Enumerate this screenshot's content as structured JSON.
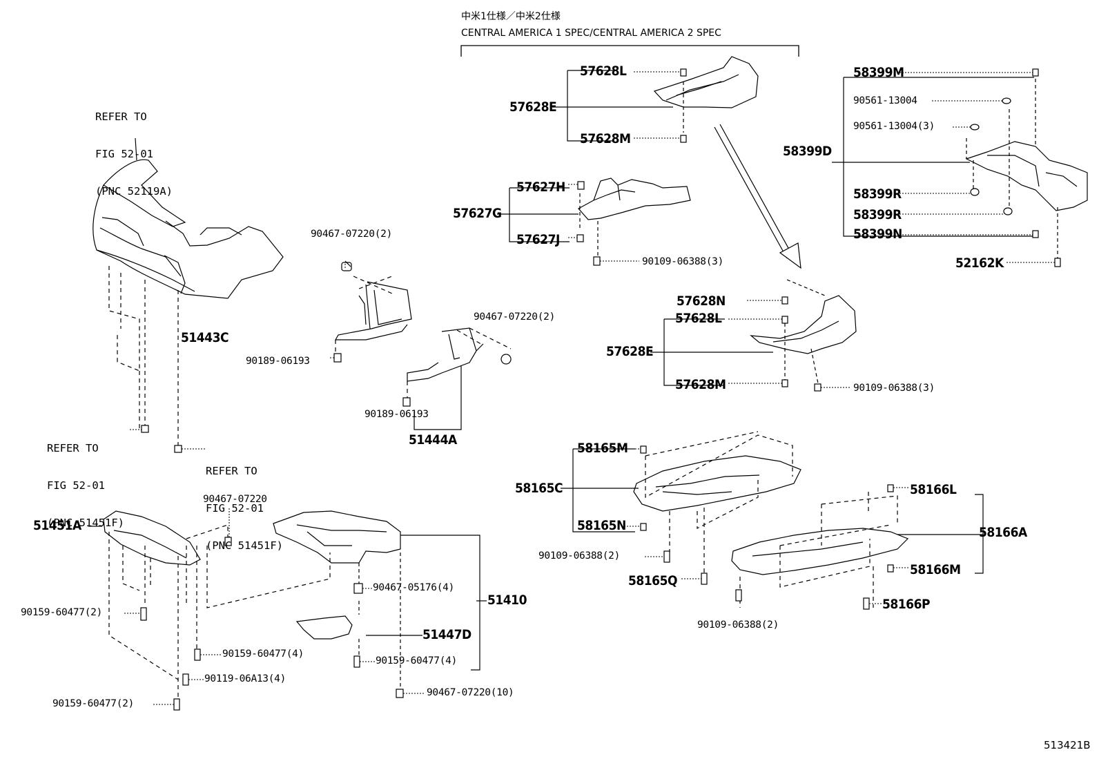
{
  "header": {
    "line1": "中米1仕様／中米2仕様",
    "line2": "CENTRAL AMERICA 1 SPEC/CENTRAL AMERICA 2 SPEC"
  },
  "figure_id": "513421B",
  "notes": {
    "bumper_ref": [
      "REFER TO",
      "FIG 52-01",
      "(PNC 52119A)"
    ],
    "ref_left": [
      "REFER TO",
      "FIG 52-01",
      "(PNC 51451F)"
    ],
    "ref_right": [
      "REFER TO",
      "FIG 52-01",
      "(PNC 51451F)"
    ]
  },
  "parts": {
    "p57628L_a": "57628L",
    "p57628E_a": "57628E",
    "p57628M_a": "57628M",
    "p57627H": "57627H",
    "p57627G": "57627G",
    "p57627J": "57627J",
    "p90109_3a": "90109-06388(3)",
    "p57628N": "57628N",
    "p57628L_b": "57628L",
    "p57628E_b": "57628E",
    "p57628M_b": "57628M",
    "p90109_3b": "90109-06388(3)",
    "p58399M": "58399M",
    "p90561a": "90561-13004",
    "p90561b": "90561-13004(3)",
    "p58399D": "58399D",
    "p58399R_a": "58399R",
    "p58399R_b": "58399R",
    "p58399N": "58399N",
    "p52162K": "52162K",
    "p90467_2a": "90467-07220(2)",
    "p51443C": "51443C",
    "p90189a": "90189-06193",
    "p90467_2b": "90467-07220(2)",
    "p90189b": "90189-06193",
    "p51444A": "51444A",
    "p90467_single": "90467-07220",
    "p51451A": "51451A",
    "p90467_4": "90467-05176(4)",
    "p51410": "51410",
    "p51447D": "51447D",
    "p90159_4b": "90159-60477(4)",
    "p90467_10": "90467-07220(10)",
    "p90159_2a": "90159-60477(2)",
    "p90159_4a": "90159-60477(4)",
    "p90119": "90119-06A13(4)",
    "p90159_2b": "90159-60477(2)",
    "p58165M": "58165M",
    "p58165C": "58165C",
    "p58165N": "58165N",
    "p90109_2a": "90109-06388(2)",
    "p58165Q": "58165Q",
    "p58166L": "58166L",
    "p58166A": "58166A",
    "p58166M": "58166M",
    "p90109_2b": "90109-06388(2)",
    "p58166P": "58166P"
  }
}
